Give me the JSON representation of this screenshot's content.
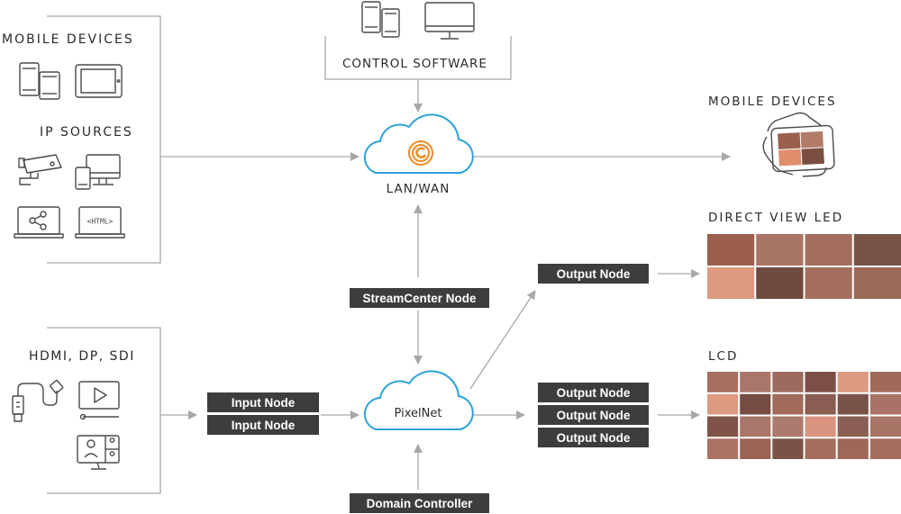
{
  "labels": {
    "mobile_devices_left": "MOBILE DEVICES",
    "ip_sources": "IP SOURCES",
    "control_software": "CONTROL SOFTWARE",
    "mobile_devices_right": "MOBILE DEVICES",
    "direct_view_led": "DIRECT VIEW LED",
    "lcd": "LCD",
    "hdmi_dp_sdi": "HDMI, DP, SDI",
    "html_tag": "<HTML>"
  },
  "clouds": {
    "lan_wan": "LAN/WAN",
    "pixelnet": "PixelNet"
  },
  "nodes": {
    "streamcenter": "StreamCenter Node",
    "domain_controller": "Domain Controller",
    "input_nodes": [
      "Input Node",
      "Input Node"
    ],
    "output_node_led": "Output Node",
    "output_nodes_lcd": [
      "Output Node",
      "Output Node",
      "Output Node"
    ]
  },
  "colors": {
    "line": "#a8a8a8",
    "icon": "#4a4a4a",
    "cloud_stroke": "#2aa3d6",
    "node_bg": "#3d3d3d",
    "logo": "#f08a24"
  },
  "icons": [
    "tablet-phone-icon",
    "ipad-icon",
    "security-camera-icon",
    "desktop-phone-icon",
    "share-laptop-icon",
    "html-laptop-icon",
    "desktop-icon",
    "hdmi-cable-icon",
    "video-player-icon",
    "video-conference-icon",
    "hand-phone-icon"
  ],
  "panels": {
    "led_grid": {
      "rows": 2,
      "cols": 4,
      "colors": [
        "#9c5e4d",
        "#a97565",
        "#a46e5e",
        "#7a5348",
        "#dd9a80",
        "#6f4a3f",
        "#a46e5e",
        "#9c6857"
      ]
    },
    "lcd_grid": {
      "rows": 4,
      "cols": 6,
      "colors": [
        "#a56f61",
        "#a8776a",
        "#9c6b5d",
        "#7d4e45",
        "#dd9a80",
        "#9f6a5b",
        "#dd9a80",
        "#764c43",
        "#a06b5c",
        "#895d51",
        "#7a5348",
        "#a87366",
        "#7f5347",
        "#a9766a",
        "#ab7a6c",
        "#d99480",
        "#8a5e53",
        "#a97566",
        "#a97465",
        "#9a6454",
        "#7a5246",
        "#a46e5e",
        "#9e6859",
        "#a46e5f"
      ]
    },
    "phone_grid": {
      "rows": 2,
      "cols": 2,
      "colors": [
        "#9a5f4d",
        "#b27a68",
        "#e08d6c",
        "#7a4e40"
      ]
    }
  }
}
